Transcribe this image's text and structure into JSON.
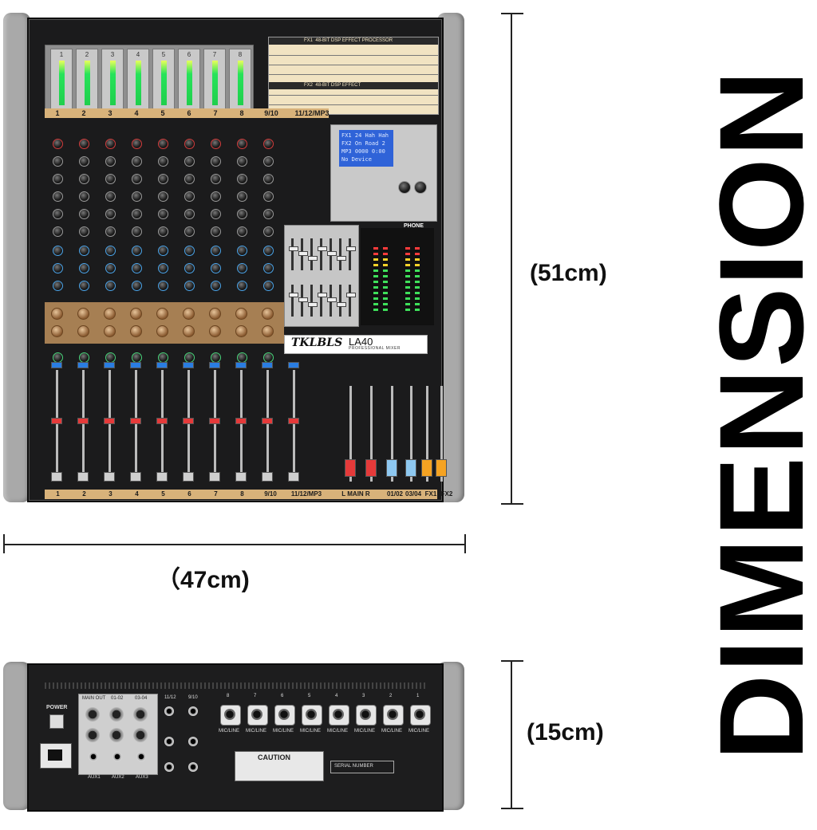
{
  "top_view": {
    "fx1_label": "FX1",
    "fx1_title": "48-BIT DSP EFFECT PROCESSOR",
    "fx2_label": "FX2",
    "fx2_title": "48-BIT DSP EFFECT",
    "channel_numbers": [
      "1",
      "2",
      "3",
      "4",
      "5",
      "6",
      "7",
      "8",
      "9/10",
      "11/12/MP3"
    ],
    "brand": "TKLBLS",
    "model": "LA40",
    "model_sub": "PROFESSIONAL MIXER",
    "lcd_lines": [
      "FX1 24 Hah Hah",
      "FX2 On Road 2",
      "MP3 0000 0:00",
      "No Device"
    ],
    "bottom_labels": [
      "1",
      "2",
      "3",
      "4",
      "5",
      "6",
      "7",
      "8",
      "9/10",
      "11/12/MP3",
      "L MAIN R",
      "01/02",
      "03/04",
      "FX1",
      "FX2"
    ],
    "phone_label": "PHONE"
  },
  "rear_view": {
    "power": "POWER",
    "main_out": "MAIN OUT",
    "bus_01_02": "01-02",
    "bus_03_04": "03-04",
    "in_11_12": "11/12",
    "in_9_10": "9/10",
    "aux1": "AUX1",
    "aux2": "AUX2",
    "aux3": "AUX3",
    "caution": "CAUTION",
    "serial": "SERIAL NUMBER",
    "mic_line": "MIC/LINE",
    "input_numbers": [
      "8",
      "7",
      "6",
      "5",
      "4",
      "3",
      "2",
      "1"
    ]
  },
  "dimensions": {
    "height_top": "(51cm)",
    "width": "（47cm)",
    "depth": "(15cm)"
  },
  "side_word": "DIMENSION",
  "colors": {
    "meter_green": "#27e35a",
    "gold_accent": "#d8b27a",
    "lcd_blue": "#2f63d8",
    "fader_red": "#e53a3a",
    "fader_blue": "#8ec8f0",
    "fader_orange": "#f5a322"
  }
}
